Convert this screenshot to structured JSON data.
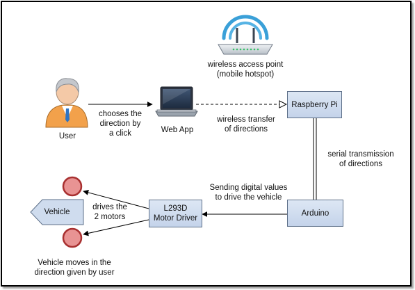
{
  "nodes": {
    "wap_label": "wireless access point\n(mobile hotspot)",
    "user_label": "User",
    "webapp_label": "Web App",
    "raspberry_pi": "Raspberry Pi",
    "arduino": "Arduino",
    "motor_driver": "L293D\nMotor Driver",
    "vehicle": "Vehicle"
  },
  "edges": {
    "user_to_webapp": "chooses the\ndirection by\na click",
    "webapp_to_pi": "wireless transfer\nof directions",
    "pi_to_arduino": "serial transmission\nof directions",
    "arduino_to_driver": "Sending digital values\nto drive the vehicle",
    "driver_to_motors": "drives the\n2 motors"
  },
  "caption": "Vehicle moves in the\ndirection given by user",
  "colors": {
    "box_fill": "#cfdcee",
    "box_border": "#5d6f88",
    "wheel_fill": "#e89393",
    "wheel_border": "#a83030",
    "wifi": "#3aa0d8",
    "user_body": "#f2a14b"
  }
}
